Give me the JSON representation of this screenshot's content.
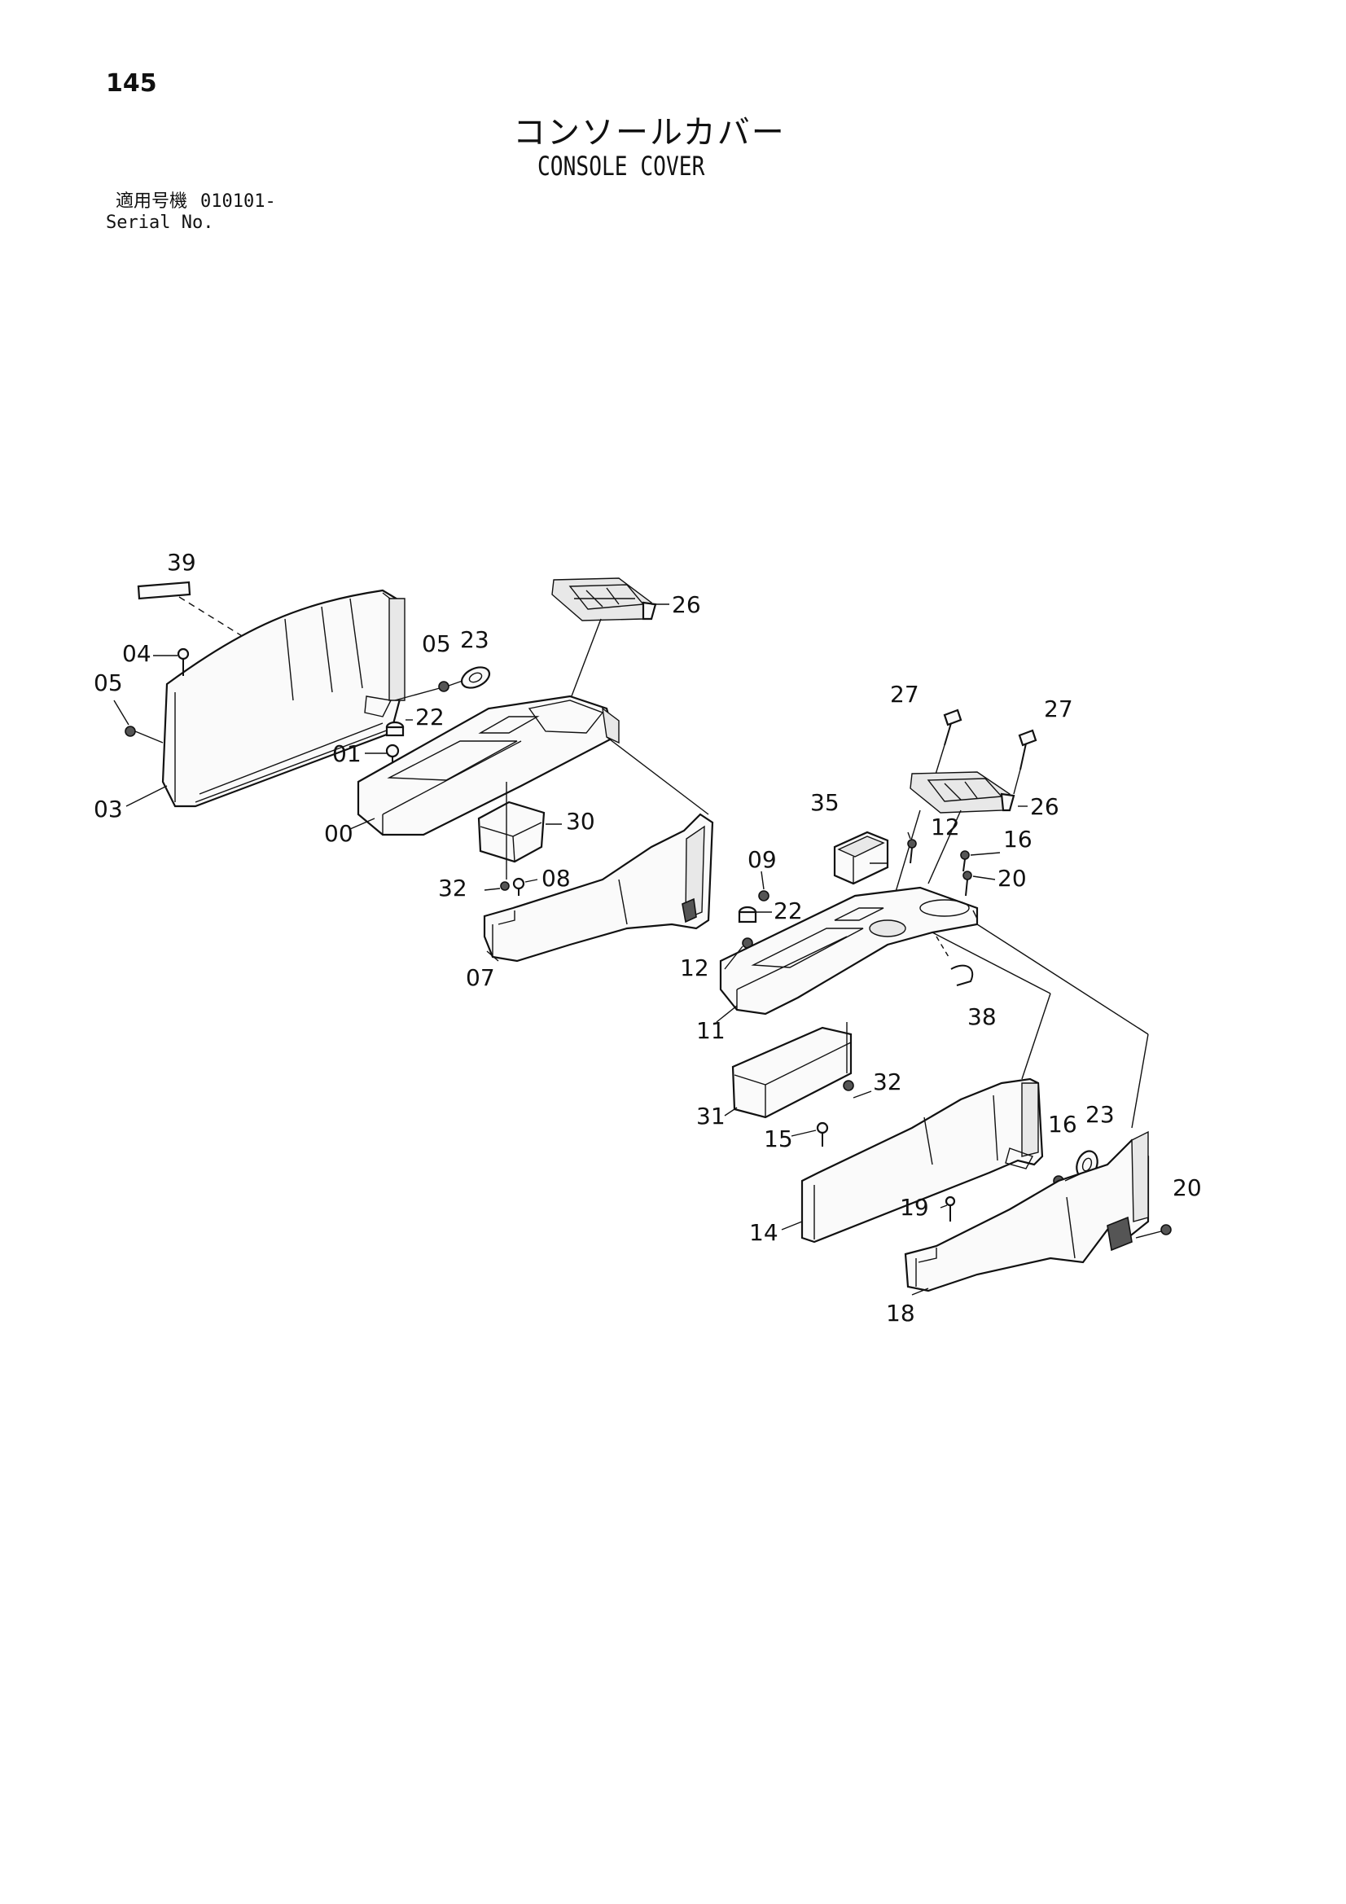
{
  "page_number": "145",
  "title_jp": "コンソールカバー",
  "title_en": "CONSOLE COVER",
  "serial": {
    "label_jp": "適用号機",
    "value": "010101-",
    "label_en": "Serial No."
  },
  "callouts": {
    "c39": "39",
    "c04": "04",
    "c05a": "05",
    "c03": "03",
    "c05b": "05",
    "c23a": "23",
    "c22a": "22",
    "c01": "01",
    "c00": "00",
    "c26a": "26",
    "c30": "30",
    "c32a": "32",
    "c08": "08",
    "c07": "07",
    "c09": "09",
    "c22b": "22",
    "c12a": "12",
    "c11": "11",
    "c27a": "27",
    "c27b": "27",
    "c26b": "26",
    "c35": "35",
    "c12b": "12",
    "c16a": "16",
    "c20a": "20",
    "c38": "38",
    "c32b": "32",
    "c31": "31",
    "c15": "15",
    "c14": "14",
    "c16b": "16",
    "c23b": "23",
    "c20b": "20",
    "c19": "19",
    "c18": "18"
  }
}
